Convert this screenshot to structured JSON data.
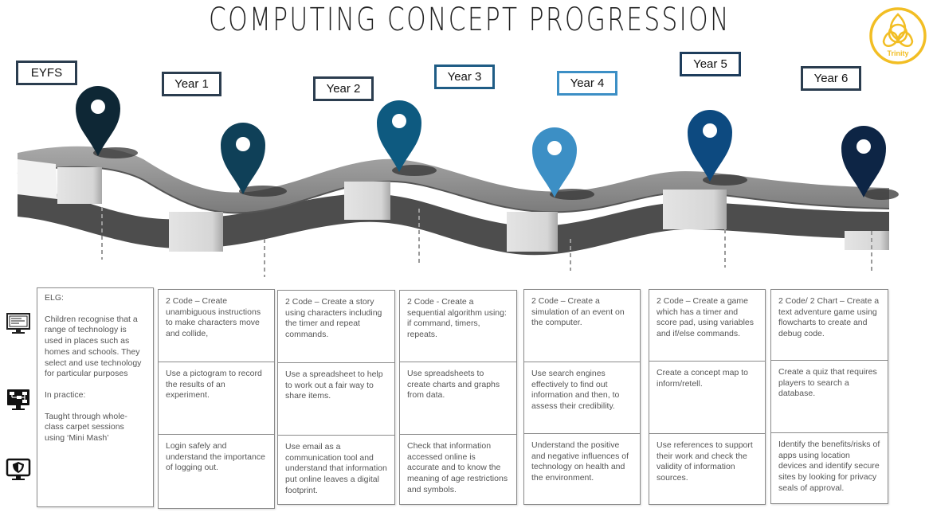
{
  "title": "COMPUTING CONCEPT PROGRESSION",
  "logo_text": "Trinity",
  "years": [
    "EYFS",
    "Year 1",
    "Year 2",
    "Year 3",
    "Year 4",
    "Year 5",
    "Year 6"
  ],
  "colors": {
    "pins": [
      "#0d2a3a",
      "#0f4058",
      "#0e5a80",
      "#3c8fc5",
      "#0d4a80",
      "#0d2545"
    ],
    "eyfs_pin": "#0e2735",
    "year_border": "#2b3d4f",
    "logo": "#f2be24"
  },
  "side_icons": [
    "computer-monitor-icon",
    "flowchart-monitor-icon",
    "security-shield-monitor-icon"
  ],
  "eyfs": {
    "elg_label": "ELG:",
    "elg_text": "Children recognise that a range of technology is used in places such as homes and schools. They select and use technology for particular purposes",
    "practice_label": "In practice:",
    "practice_text": "Taught through whole-class carpet sessions using ‘Mini Mash’"
  },
  "columns": [
    {
      "year": "Year 1",
      "cells": [
        "2 Code – Create unambiguous instructions to make characters move and collide,",
        "Use a pictogram to record the results of an experiment.",
        "Login safely and understand the importance of logging out."
      ]
    },
    {
      "year": "Year 2",
      "cells": [
        "2 Code – Create a story using characters including the timer and repeat commands.",
        "Use a spreadsheet to help to work out a fair way to share items.",
        "Use email as a communication tool and understand that information put online leaves a digital footprint."
      ]
    },
    {
      "year": "Year 3",
      "cells": [
        "2 Code - Create a sequential algorithm using: if command, timers, repeats.",
        "Use spreadsheets to create charts and graphs from data.",
        "Check that information accessed online is accurate and to know the meaning of age restrictions and symbols."
      ]
    },
    {
      "year": "Year 4",
      "cells": [
        "2 Code – Create a simulation of an event on the computer.",
        "Use search engines effectively to find out information and then, to assess their credibility.",
        "Understand the positive and negative influences of technology on health and the environment."
      ]
    },
    {
      "year": "Year 5",
      "cells": [
        "2 Code – Create a game which has a timer and score pad, using variables and if/else commands.",
        "Create a concept map to inform/retell.",
        "Use references to support their work and check the validity of information sources."
      ]
    },
    {
      "year": "Year 6",
      "cells": [
        "2 Code/ 2 Chart – Create a text adventure game using flowcharts to create and debug code.",
        "Create a quiz that requires players to search a database.",
        "Identify the benefits/risks of apps using location devices and identify secure sites by looking for privacy seals of approval."
      ]
    }
  ]
}
